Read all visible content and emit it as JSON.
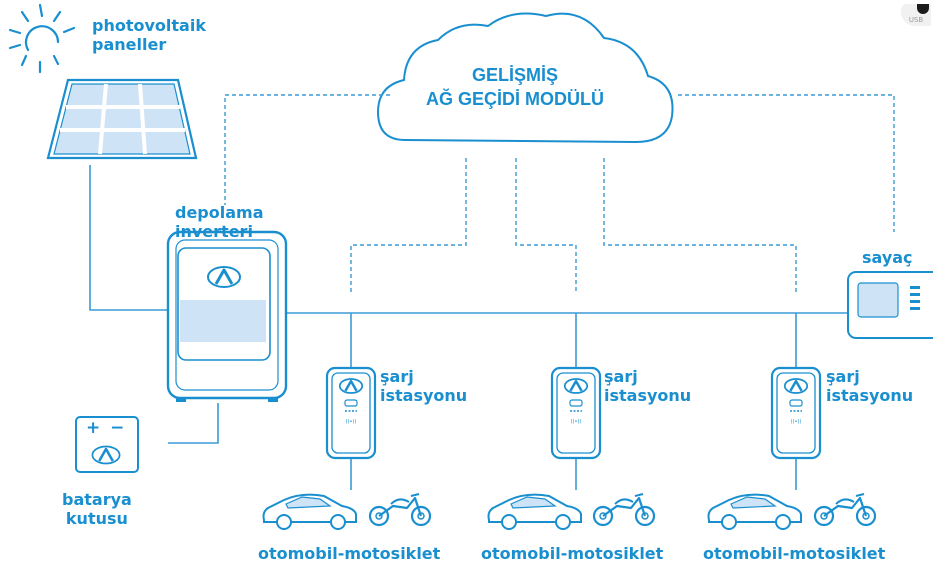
{
  "gateway": {
    "line1": "GELİŞMİŞ",
    "line2": "AĞ GEÇİDİ MODÜLÜ"
  },
  "pv": {
    "line1": "photovoltaik",
    "line2": "paneller"
  },
  "inverter": {
    "line1": "depolama",
    "line2": "inverteri"
  },
  "battery": {
    "line1": "batarya",
    "line2": "kutusu",
    "symbol": "+ −"
  },
  "meter": {
    "label": "sayaç"
  },
  "stations": [
    {
      "line1": "şarj",
      "line2": "istasyonu",
      "vehicles": "otomobil-motosiklet"
    },
    {
      "line1": "şarj",
      "line2": "istasyonu",
      "vehicles": "otomobil-motosiklet"
    },
    {
      "line1": "şarj",
      "line2": "istasyonu",
      "vehicles": "otomobil-motosiklet"
    }
  ],
  "corner_tag": "USB",
  "colors": {
    "accent": "#1a8fd0",
    "line": "#3a9bd5",
    "panel_fill": "#cfe3f6"
  }
}
